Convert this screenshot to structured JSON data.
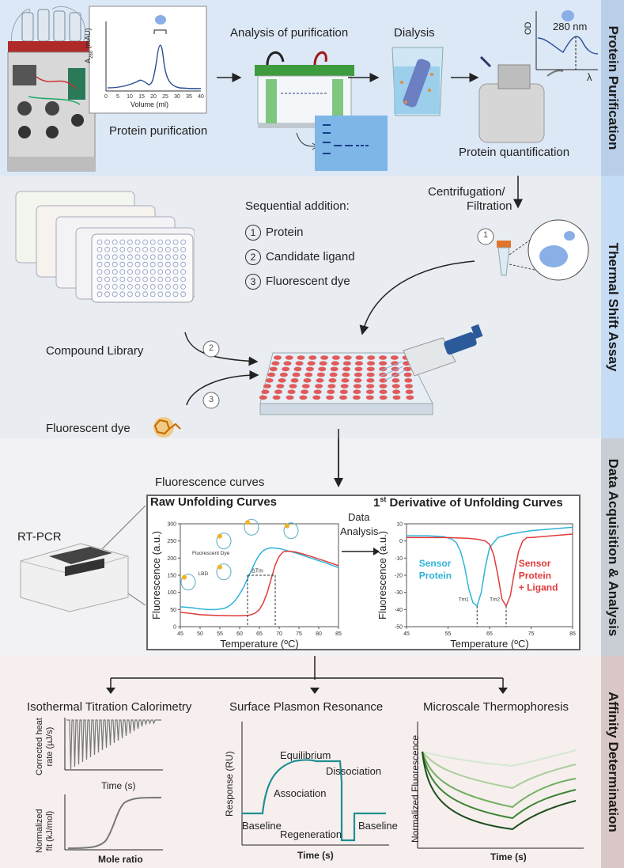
{
  "sections": {
    "purification": "Protein Purification",
    "tsa": "Thermal Shift Assay",
    "daq": "Data Acquisition & Analysis",
    "affinity": "Affinity Determination"
  },
  "colors": {
    "band_blue": "#dce8f6",
    "band_gray": "#e9ecf0",
    "band_pink": "#f3e9e9",
    "side_blue": "#b9cfe8",
    "side_blue_light": "#c5dcf5",
    "side_gray": "#c9cdd4",
    "side_pink": "#d9c7c7",
    "curve_blue": "#2fb3d9",
    "curve_red": "#e03b3b",
    "teal": "#1f8f92",
    "green_dark": "#1d4d1d"
  },
  "purification": {
    "chromatogram": {
      "ylabel_main": "A",
      "ylabel_sub": "280",
      "ylabel_unit": " (mAU)",
      "xlabel": "Volume (ml)",
      "xticks": [
        "0",
        "5",
        "10",
        "15",
        "20",
        "25",
        "30",
        "35",
        "40"
      ]
    },
    "labels": {
      "analysis": "Analysis of purification",
      "dialysis": "Dialysis",
      "protein_purification": "Protein purification",
      "protein_quantification": "Protein quantification"
    },
    "od_chart": {
      "ylabel": "OD",
      "peak_label": "280 nm",
      "xlabel": "λ"
    }
  },
  "tsa": {
    "centrifugation": "Centrifugation/",
    "filtration": "Filtration",
    "seq_title": "Sequential addition:",
    "steps": [
      {
        "num": "1",
        "label": "Protein"
      },
      {
        "num": "2",
        "label": "Candidate ligand"
      },
      {
        "num": "3",
        "label": "Fluorescent dye"
      }
    ],
    "compound_library": "Compound Library",
    "fluorescent_dye": "Fluorescent dye",
    "arrow_nums": [
      "1",
      "2",
      "3"
    ]
  },
  "daq": {
    "fluorescence_curves": "Fluorescence curves",
    "rtpcr": "RT-PCR",
    "data_analysis_1": "Data",
    "data_analysis_2": "Analysis",
    "raw": {
      "title": "Raw Unfolding Curves",
      "ylabel": "Fluorescence (a.u.)",
      "xlabel": "Temperature (ºC)",
      "dye_label": "Fluorescent Dye",
      "lbd_label": "LBD",
      "dtm_label": "ΔTm"
    },
    "deriv": {
      "title_pre": "1",
      "title_sup": "st",
      "title_post": " Derivative of Unfolding Curves",
      "ylabel": "Fluorescence (a.u.)",
      "xlabel": "Temperature (ºC)",
      "sensor_1": "Sensor",
      "sensor_2": "Protein",
      "ligand_1": "Sensor",
      "ligand_2": "Protein",
      "ligand_3": "+ Ligand",
      "tm1": "Tm1",
      "tm2": "Tm2"
    }
  },
  "affinity": {
    "itc_title": "Isothermal Titration Calorimetry",
    "spr_title": "Surface Plasmon Resonance",
    "mst_title": "Microscale Thermophoresis",
    "itc_top_y1": "Corrected heat",
    "itc_top_y2": "rate (µJ/s)",
    "itc_top_x": "Time (s)",
    "itc_bot_y1": "Normalized",
    "itc_bot_y2": "fit (kJ/mol)",
    "itc_bot_x": "Mole ratio",
    "spr_y": "Response (RU)",
    "spr_x": "Time (s)",
    "spr_labels": [
      "Equilibrium",
      "Dissociation",
      "Association",
      "Baseline",
      "Regeneration",
      "Baseline"
    ],
    "mst_y": "Normalized Fluorescence",
    "mst_x": "Time (s)"
  },
  "chart_data": [
    {
      "type": "line",
      "title": "Raw Unfolding Curves",
      "xlabel": "Temperature (ºC)",
      "ylabel": "Fluorescence (a.u.)",
      "xlim": [
        45,
        85
      ],
      "ylim": [
        0,
        300
      ],
      "xticks": [
        45,
        50,
        55,
        60,
        65,
        70,
        75,
        80,
        85
      ],
      "yticks": [
        0,
        50,
        100,
        150,
        200,
        250,
        300
      ],
      "series": [
        {
          "color": "#2fb3d9",
          "x": [
            45,
            48,
            50,
            52,
            54,
            56,
            57,
            58,
            59,
            60,
            61,
            62,
            63,
            64,
            65,
            66,
            67,
            68,
            70,
            72,
            75,
            78,
            82,
            85
          ],
          "y": [
            58,
            55,
            52,
            50,
            50,
            53,
            58,
            66,
            78,
            95,
            115,
            140,
            165,
            190,
            210,
            222,
            228,
            230,
            228,
            222,
            212,
            200,
            185,
            172
          ]
        },
        {
          "color": "#e03b3b",
          "x": [
            45,
            48,
            50,
            54,
            58,
            60,
            62,
            63,
            64,
            65,
            66,
            67,
            68,
            69,
            70,
            71,
            72,
            74,
            76,
            78,
            82,
            85
          ],
          "y": [
            42,
            38,
            35,
            33,
            32,
            32,
            33,
            35,
            40,
            50,
            70,
            100,
            140,
            180,
            205,
            218,
            220,
            218,
            212,
            205,
            190,
            178
          ]
        }
      ]
    },
    {
      "type": "line",
      "title": "1st Derivative of Unfolding Curves",
      "xlabel": "Temperature (ºC)",
      "ylabel": "Fluorescence (a.u.)",
      "xlim": [
        45,
        85
      ],
      "ylim": [
        -50,
        10
      ],
      "xticks": [
        45,
        55,
        65,
        75,
        85
      ],
      "yticks": [
        10,
        0,
        -10,
        -20,
        -30,
        -40,
        -50
      ],
      "series": [
        {
          "name": "Sensor Protein",
          "color": "#2fb3d9",
          "x": [
            45,
            50,
            54,
            56,
            57,
            58,
            59,
            60,
            61,
            62,
            63,
            64,
            65,
            67,
            70,
            75,
            80,
            85
          ],
          "y": [
            3,
            3,
            2.5,
            1,
            -1,
            -6,
            -15,
            -28,
            -36,
            -38,
            -30,
            -15,
            -4,
            2,
            4,
            6,
            7,
            8
          ]
        },
        {
          "name": "Sensor Protein + Ligand",
          "color": "#e03b3b",
          "x": [
            45,
            50,
            55,
            60,
            62,
            64,
            65,
            66,
            67,
            68,
            69,
            70,
            71,
            72,
            73,
            74,
            75,
            80,
            85
          ],
          "y": [
            2,
            2,
            2,
            1.5,
            1,
            0,
            -2,
            -8,
            -20,
            -34,
            -38,
            -32,
            -18,
            -6,
            0,
            2,
            2,
            3,
            4
          ]
        }
      ]
    }
  ]
}
